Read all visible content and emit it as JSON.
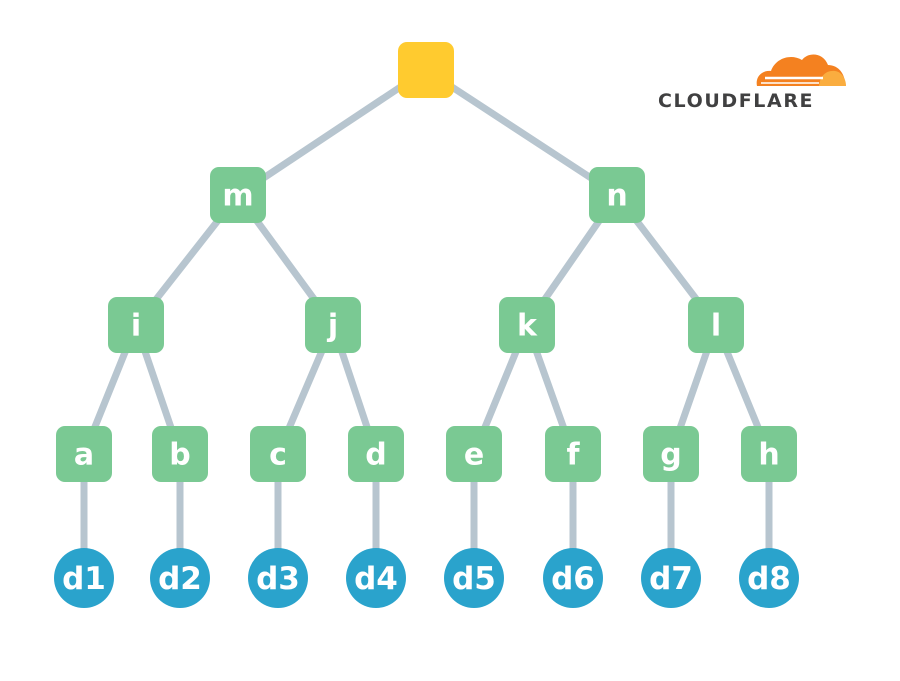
{
  "brand": {
    "name": "CLOUDFLARE",
    "colors": {
      "orange": "#f48120",
      "light_orange": "#faad3f",
      "text": "#404041"
    },
    "icon": "cloud-icon"
  },
  "diagram": {
    "type": "merkle-tree",
    "colors": {
      "root": "#ffcb2f",
      "internal": "#7ac993",
      "leaf": "#2aa3cc",
      "edge": "#b7c5cf"
    },
    "root": {
      "label": ""
    },
    "level1": [
      {
        "id": "m",
        "label": "m",
        "children": [
          "i",
          "j"
        ]
      },
      {
        "id": "n",
        "label": "n",
        "children": [
          "k",
          "l"
        ]
      }
    ],
    "level2": [
      {
        "id": "i",
        "label": "i",
        "children": [
          "a",
          "b"
        ]
      },
      {
        "id": "j",
        "label": "j",
        "children": [
          "c",
          "d"
        ]
      },
      {
        "id": "k",
        "label": "k",
        "children": [
          "e",
          "f"
        ]
      },
      {
        "id": "l",
        "label": "l",
        "children": [
          "g",
          "h"
        ]
      }
    ],
    "level3": [
      {
        "id": "a",
        "label": "a",
        "data": "d1"
      },
      {
        "id": "b",
        "label": "b",
        "data": "d2"
      },
      {
        "id": "c",
        "label": "c",
        "data": "d3"
      },
      {
        "id": "d",
        "label": "d",
        "data": "d4"
      },
      {
        "id": "e",
        "label": "e",
        "data": "d5"
      },
      {
        "id": "f",
        "label": "f",
        "data": "d6"
      },
      {
        "id": "g",
        "label": "g",
        "data": "d7"
      },
      {
        "id": "h",
        "label": "h",
        "data": "d8"
      }
    ],
    "leaves": [
      {
        "id": "d1",
        "label": "d1"
      },
      {
        "id": "d2",
        "label": "d2"
      },
      {
        "id": "d3",
        "label": "d3"
      },
      {
        "id": "d4",
        "label": "d4"
      },
      {
        "id": "d5",
        "label": "d5"
      },
      {
        "id": "d6",
        "label": "d6"
      },
      {
        "id": "d7",
        "label": "d7"
      },
      {
        "id": "d8",
        "label": "d8"
      }
    ]
  }
}
